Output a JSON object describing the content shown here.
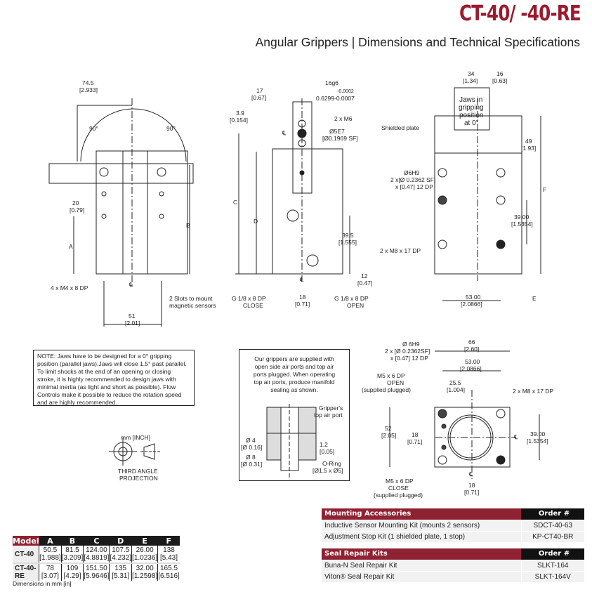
{
  "header": {
    "title": "CT-40/ -40-RE",
    "subtitle": "Angular Grippers | Dimensions and Technical Specifications"
  },
  "front_view": {
    "labels": [
      "74.5",
      "[2.933]",
      "90°",
      "90°",
      "20",
      "[0.79]",
      "A",
      "B",
      "4 x M4 x 8 DP",
      "51",
      "[2.01]",
      "2 Slots to mount",
      "magnetic sensors",
      "℄"
    ]
  },
  "side_view": {
    "labels": [
      "16g6",
      "-0.0002",
      "0.6299-0.0007",
      "17",
      "[0.67]",
      "3.9",
      "[0.154]",
      "2 x M6",
      "Ø5E7",
      "[Ø0.1969 SF]",
      "C",
      "D",
      "39.5",
      "[1.555]",
      "12",
      "[0.47]",
      "18",
      "[0.71]",
      "G 1/8 x 8 DP",
      "CLOSE",
      "G 1/8 x 8 DP",
      "OPEN",
      "℄",
      "℄"
    ]
  },
  "rear_view": {
    "labels": [
      "34",
      "[1.34]",
      "16",
      "[0.63]",
      "Jaws in",
      "gripping",
      "position",
      "at 0°",
      "Shielded plate",
      "49",
      "[1.93]",
      "Ø6H9",
      "2 x[Ø 0.2362 SF]",
      "x [0.47] 12 DP",
      "F",
      "39.00",
      "[1.5354]",
      "2 x M8 x 17 DP",
      "53.00",
      "[2.0866]",
      "E"
    ]
  },
  "note": "NOTE: Jaws have to be designed for a 0° gripping position (parallel jaws).Jaws will close 1.5° past parallel. To limit shocks at the end of an opening or closing stroke, it is highly recommended to design jaws with minimal inertia (as light and short as possible). Flow Controls make it possible to reduce the rotation speed and are highly recommended.",
  "manifold": {
    "text": "Our grippers are supplied with open side air ports and top air ports plugged. When operating top air ports, produce manifold sealing as shown.",
    "labels": [
      "Gripper's",
      "top air port",
      "Ø 4",
      "[Ø 0.16]",
      "Ø 8",
      "[Ø 0.31]",
      "1.2",
      "[0.05]",
      "O-Ring",
      "[Ø1.5 x Ø5]"
    ]
  },
  "projection": {
    "units": "mm [INCH]",
    "label1": "THIRD ANGLE",
    "label2": "PROJECTION"
  },
  "bottom_view": {
    "labels": [
      "66",
      "[2.60]",
      "Ø 6H9",
      "2 x [Ø 0.2362SF]",
      "x [0.47] 12 DP",
      "53.00",
      "[2.0866]",
      "M5 x 6 DP",
      "OPEN",
      "(supplied plugged)",
      "25.5",
      "[1.004]",
      "2 x M8 x 17 DP",
      "52",
      "[2.05]",
      "18",
      "[0.71]",
      "39.00",
      "[1.5354]",
      "M5 x 6 DP",
      "CLOSE",
      "(supplied plugged)",
      "18",
      "[0.71]",
      "℄",
      "℄"
    ]
  },
  "model_table": {
    "headers": [
      "Model",
      "A",
      "B",
      "C",
      "D",
      "E",
      "F"
    ],
    "rows": [
      {
        "model": "CT-40",
        "values": [
          "50.5",
          "81.5",
          "124.00",
          "107.5",
          "26.00",
          "138"
        ],
        "inches": [
          "[1.988]",
          "[3.209]",
          "[4.8819]",
          "[4.232]",
          "[1.0236]",
          "[5.43]"
        ]
      },
      {
        "model": "CT-40-RE",
        "values": [
          "78",
          "109",
          "151.50",
          "135",
          "32.00",
          "165.5"
        ],
        "inches": [
          "[3.07]",
          "[4.29]",
          "[5.9646]",
          "[5.31]",
          "[1.2598]",
          "[6.516]"
        ]
      }
    ],
    "footnote": "Dimensions in mm [in]"
  },
  "mounting_accessories": {
    "header": "Mounting Accessories",
    "order_header": "Order #",
    "rows": [
      {
        "name": "Inductive Sensor Mounting Kit (mounts 2 sensors)",
        "order": "SDCT-40-63"
      },
      {
        "name": "Adjustment Stop Kit (1 shielded plate, 1 stop)",
        "order": "KP-CT40-BR"
      }
    ]
  },
  "seal_repair_kits": {
    "header": "Seal Repair Kits",
    "order_header": "Order #",
    "rows": [
      {
        "name": "Buna-N Seal Repair Kit",
        "order": "SLKT-164"
      },
      {
        "name": "Viton® Seal Repair Kit",
        "order": "SLKT-164V"
      }
    ]
  }
}
